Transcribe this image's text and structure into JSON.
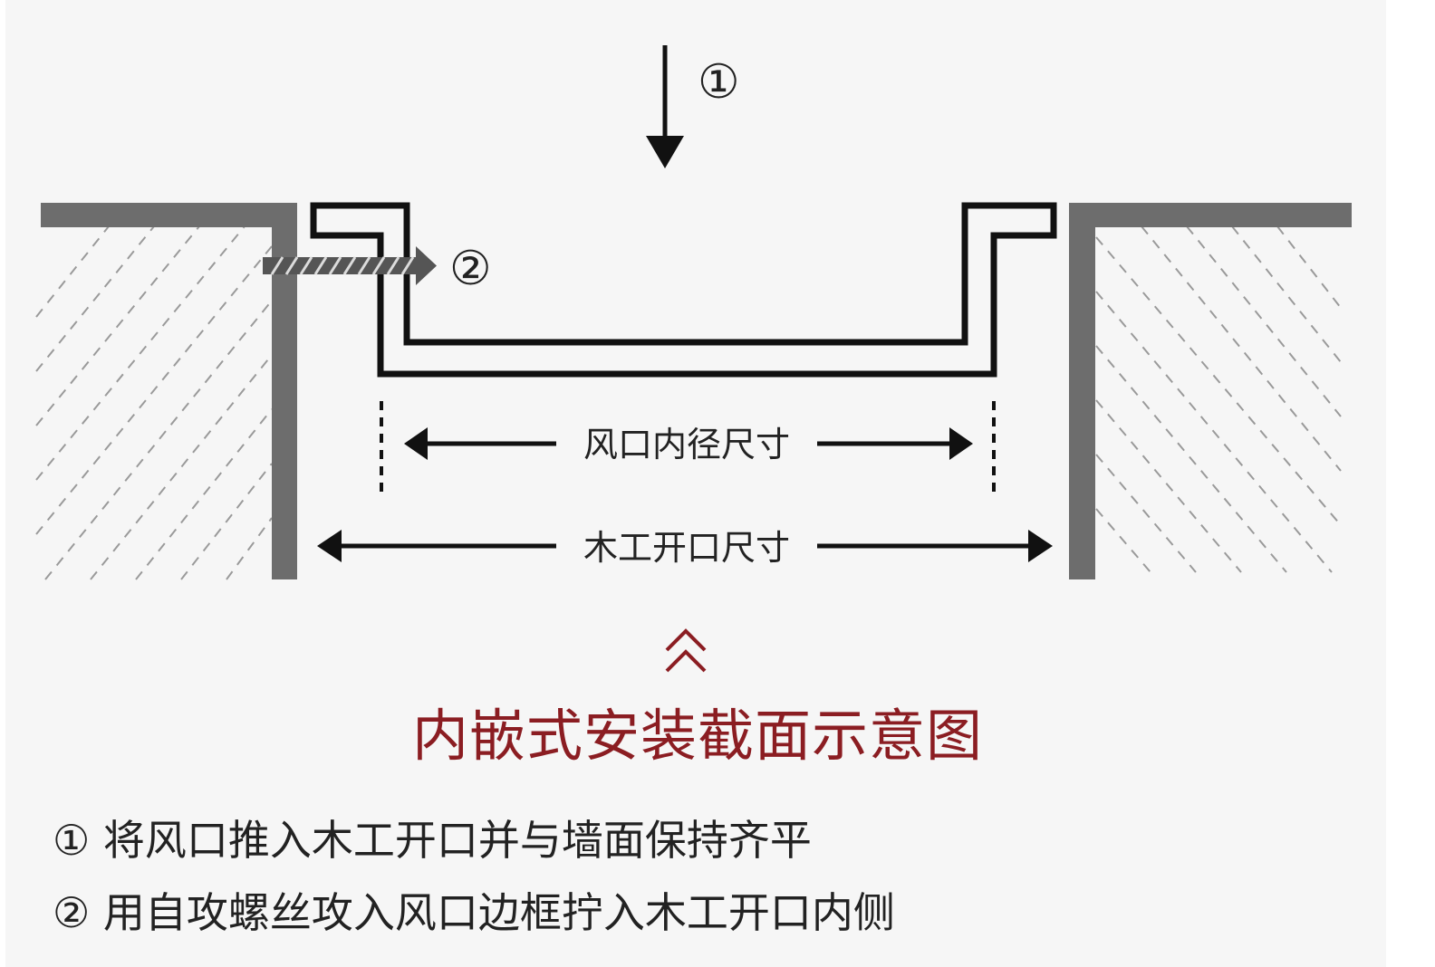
{
  "markers": {
    "step1": "①",
    "step2": "②"
  },
  "dimensions": {
    "inner": "风口内径尺寸",
    "opening": "木工开口尺寸"
  },
  "caption": {
    "chevron": "︽",
    "title": "内嵌式安装截面示意图"
  },
  "steps": [
    "① 将风口推入木工开口并与墙面保持齐平",
    "② 用自攻螺丝攻入风口边框拧入木工开口内侧"
  ],
  "colors": {
    "wall": "#6d6d6d",
    "line": "#111111",
    "accent": "#8b1d22",
    "text": "#222222"
  }
}
